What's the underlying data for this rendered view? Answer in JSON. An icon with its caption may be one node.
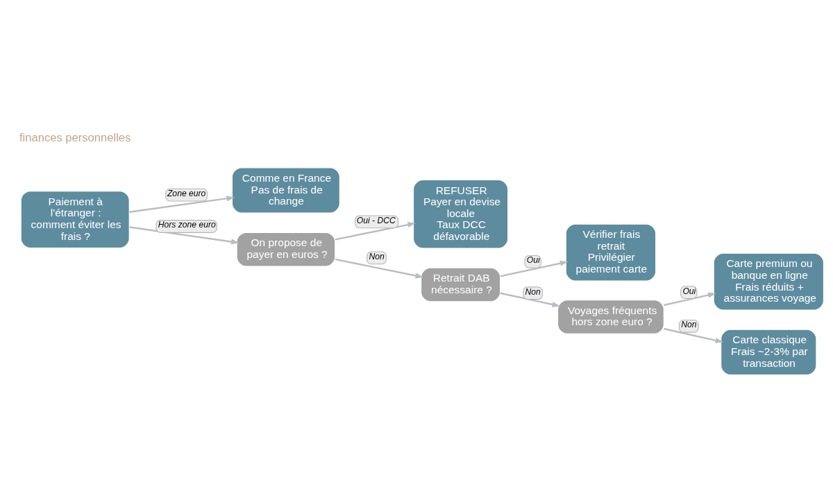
{
  "diagram": {
    "nodes": [
      {
        "text": [
          "Paiement à l'étranger : comment éviter les frais ?"
        ]
      },
      {
        "text": [
          "Comme en France",
          "Pas de frais de change"
        ]
      },
      {
        "text": [
          "On propose de payer en euros ?"
        ]
      },
      {
        "text": [
          "REFUSER",
          "Payer en devise locale",
          "Taux DCC défavorable"
        ]
      },
      {
        "text": [
          "Retrait DAB nécessaire ?"
        ]
      },
      {
        "text": [
          "Vérifier frais retrait",
          "Privilégier paiement carte"
        ]
      },
      {
        "text": [
          "Voyages fréquents hors zone euro ?"
        ]
      },
      {
        "text": [
          "Carte premium ou banque en ligne",
          "Frais réduits + assurances voyage"
        ]
      },
      {
        "text": [
          "Carte classique",
          "Frais ~2-3% par transaction"
        ]
      }
    ],
    "edges": [
      {
        "from": 0,
        "to": 1,
        "arrow": "to",
        "label": "Zone euro"
      },
      {
        "from": 0,
        "to": 2,
        "arrow": "to",
        "label": "Hors zone euro"
      },
      {
        "from": 2,
        "to": 3,
        "arrow": "to",
        "label": "Oui - DCC"
      },
      {
        "from": 2,
        "to": 4,
        "arrow": "to",
        "label": "Non"
      },
      {
        "from": 4,
        "to": 5,
        "arrow": "to",
        "label": "Oui"
      },
      {
        "from": 4,
        "to": 6,
        "arrow": "to",
        "label": "Non"
      },
      {
        "from": 6,
        "to": 7,
        "arrow": "to",
        "label": "Oui"
      },
      {
        "from": 6,
        "to": 8,
        "arrow": "to",
        "label": "Non"
      }
    ],
    "labels": [
      "finances personnelles"
    ]
  }
}
